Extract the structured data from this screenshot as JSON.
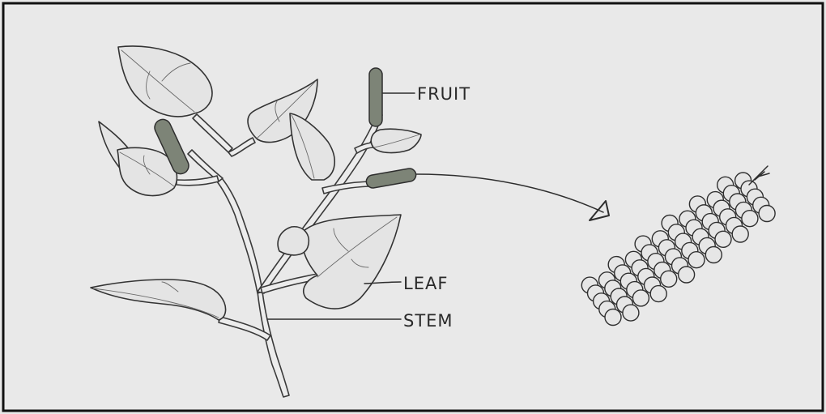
{
  "labels": {
    "fruit": "FRUIT",
    "leaf": "LEAF",
    "stem": "STEM"
  },
  "colors": {
    "background": "#e9e9e9",
    "ink": "#3a3a3a",
    "fruit_fill": "#7d8477"
  }
}
